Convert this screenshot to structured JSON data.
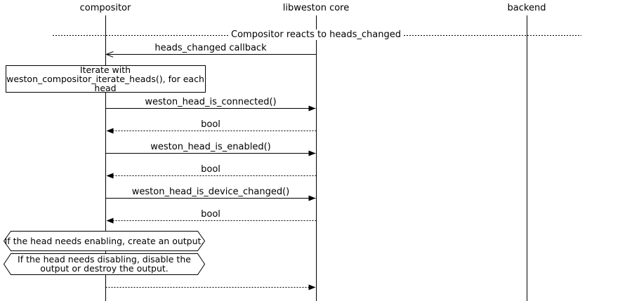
{
  "colors": {
    "line": "#000000",
    "background": "#ffffff",
    "text": "#000000"
  },
  "lifelines": [
    {
      "name": "compositor"
    },
    {
      "name": "libweston core"
    },
    {
      "name": "backend"
    }
  ],
  "divider": {
    "label": "Compositor reacts to heads_changed"
  },
  "messages": [
    {
      "label": "heads_changed callback",
      "from": "libweston core",
      "to": "compositor",
      "line": "solid",
      "head": "open"
    },
    {
      "label": "weston_head_is_connected()",
      "from": "compositor",
      "to": "libweston core",
      "line": "solid",
      "head": "filled"
    },
    {
      "label": "bool",
      "from": "libweston core",
      "to": "compositor",
      "line": "dotted",
      "head": "filled"
    },
    {
      "label": "weston_head_is_enabled()",
      "from": "compositor",
      "to": "libweston core",
      "line": "solid",
      "head": "filled"
    },
    {
      "label": "bool",
      "from": "libweston core",
      "to": "compositor",
      "line": "dotted",
      "head": "filled"
    },
    {
      "label": "weston_head_is_device_changed()",
      "from": "compositor",
      "to": "libweston core",
      "line": "solid",
      "head": "filled"
    },
    {
      "label": "bool",
      "from": "libweston core",
      "to": "compositor",
      "line": "dotted",
      "head": "filled"
    },
    {
      "label": "",
      "from": "compositor",
      "to": "libweston core",
      "line": "dotted",
      "head": "filled"
    }
  ],
  "notes": [
    {
      "shape": "rectangle",
      "text": "Iterate with weston_compositor_iterate_heads(), for each head"
    },
    {
      "shape": "hexagon",
      "text": "If the head needs enabling, create an output."
    },
    {
      "shape": "hexagon",
      "text": "If the head needs disabling, disable the output or destroy the output."
    }
  ]
}
